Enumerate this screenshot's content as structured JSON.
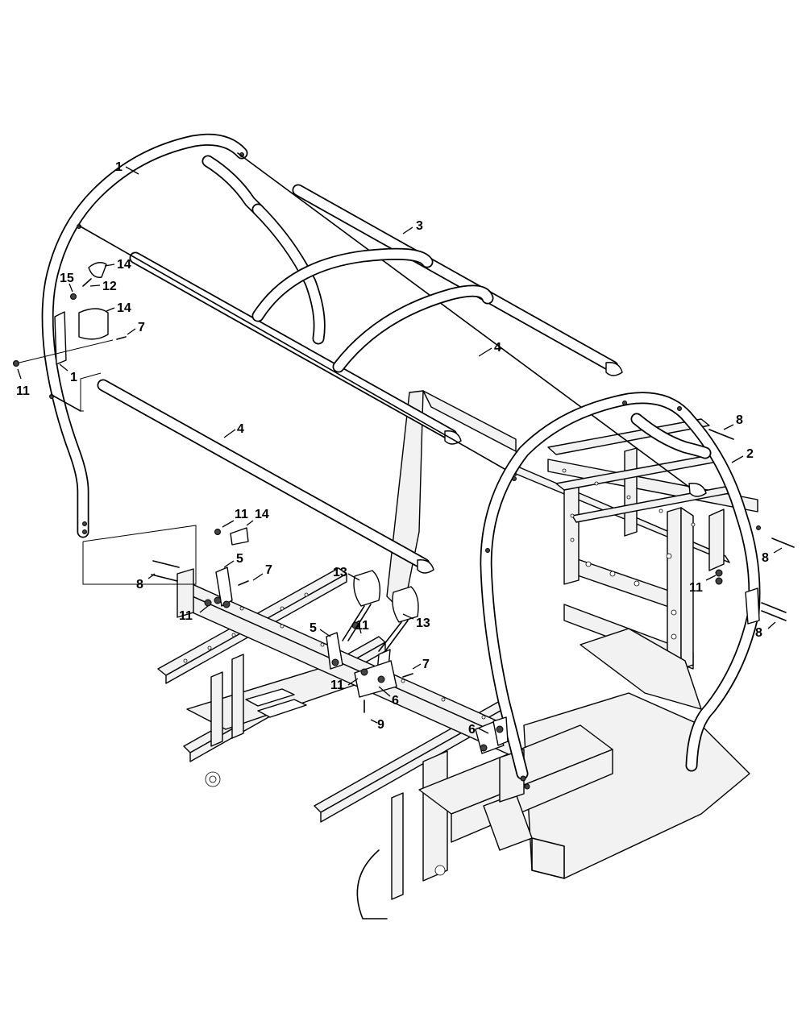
{
  "diagram": {
    "callouts": [
      {
        "id": "c1a",
        "text": "1"
      },
      {
        "id": "c1b",
        "text": "1"
      },
      {
        "id": "c2",
        "text": "2"
      },
      {
        "id": "c3",
        "text": "3"
      },
      {
        "id": "c4a",
        "text": "4"
      },
      {
        "id": "c4b",
        "text": "4"
      },
      {
        "id": "c5a",
        "text": "5"
      },
      {
        "id": "c5b",
        "text": "5"
      },
      {
        "id": "c6a",
        "text": "6"
      },
      {
        "id": "c6b",
        "text": "6"
      },
      {
        "id": "c7a",
        "text": "7"
      },
      {
        "id": "c7b",
        "text": "7"
      },
      {
        "id": "c7c",
        "text": "7"
      },
      {
        "id": "c8a",
        "text": "8"
      },
      {
        "id": "c8b",
        "text": "8"
      },
      {
        "id": "c8c",
        "text": "8"
      },
      {
        "id": "c8d",
        "text": "8"
      },
      {
        "id": "c9",
        "text": "9"
      },
      {
        "id": "c11a",
        "text": "11"
      },
      {
        "id": "c11b",
        "text": "11"
      },
      {
        "id": "c11c",
        "text": "11"
      },
      {
        "id": "c11d",
        "text": "11"
      },
      {
        "id": "c11e",
        "text": "11"
      },
      {
        "id": "c11f",
        "text": "11"
      },
      {
        "id": "c12",
        "text": "12"
      },
      {
        "id": "c13a",
        "text": "13"
      },
      {
        "id": "c13b",
        "text": "13"
      },
      {
        "id": "c14a",
        "text": "14"
      },
      {
        "id": "c14b",
        "text": "14"
      },
      {
        "id": "c14c",
        "text": "14"
      },
      {
        "id": "c15",
        "text": "15"
      }
    ]
  }
}
